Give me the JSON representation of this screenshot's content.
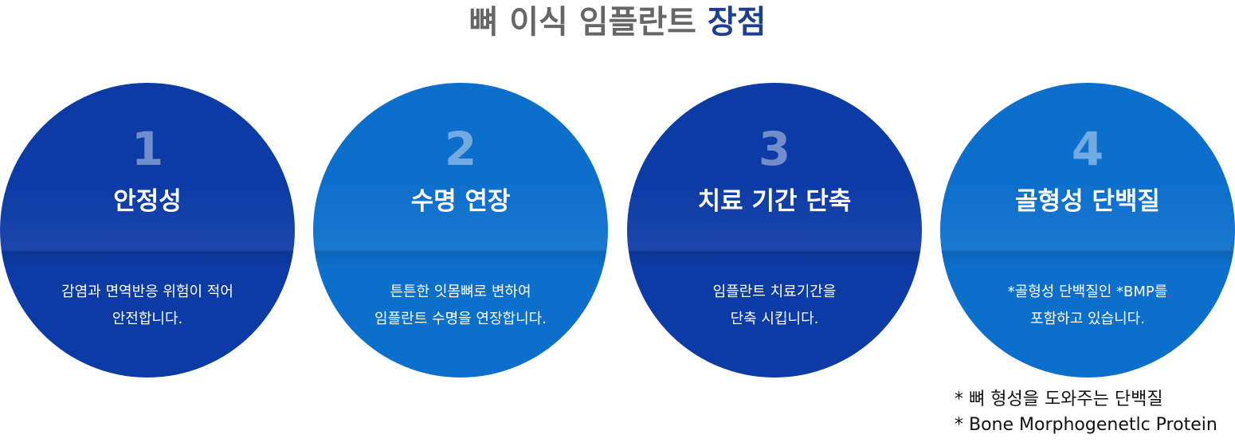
{
  "header": {
    "title_main": "뼈 이식 임플란트 ",
    "title_accent": "장점"
  },
  "cards": [
    {
      "number": "1",
      "title": "안정성",
      "desc_line1": "감염과 면역반응 위험이 적어",
      "desc_line2": "안전합니다."
    },
    {
      "number": "2",
      "title": "수명 연장",
      "desc_line1": "튼튼한 잇몸뼈로 변하여",
      "desc_line2": "임플란트 수명을 연장합니다."
    },
    {
      "number": "3",
      "title": "치료 기간 단축",
      "desc_line1": "임플란트 치료기간을",
      "desc_line2": "단축 시킵니다."
    },
    {
      "number": "4",
      "title": "골형성 단백질",
      "desc_line1": "*골형성 단백질인 *BMP를",
      "desc_line2": "포함하고 있습니다."
    }
  ],
  "footnote": {
    "line1": "* 뼈 형성을 도와주는 단백질",
    "line2": "* Bone Morphogenetlc Protein"
  },
  "colors": {
    "dark_blue": "#0d3ba6",
    "light_blue": "#0d6fcc",
    "title_accent": "#1e3f8f",
    "title_gray": "#666666"
  }
}
